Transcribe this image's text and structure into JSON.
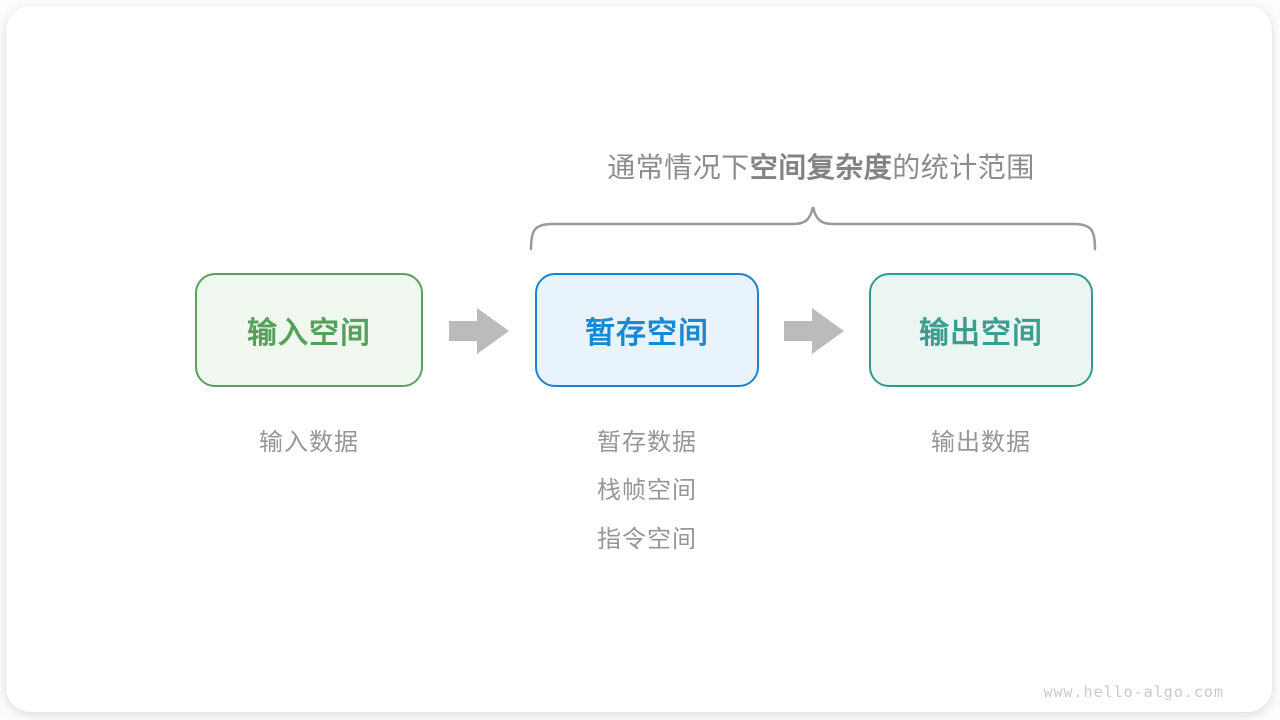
{
  "title": {
    "prefix": "通常情况下",
    "bold": "空间复杂度",
    "suffix": "的统计范围"
  },
  "boxes": [
    {
      "id": "input-space",
      "label": "输入空间",
      "theme": "green"
    },
    {
      "id": "temp-space",
      "label": "暂存空间",
      "theme": "blue"
    },
    {
      "id": "output-space",
      "label": "输出空间",
      "theme": "teal"
    }
  ],
  "labels": {
    "input": "输入数据",
    "temp": [
      "暂存数据",
      "栈帧空间",
      "指令空间"
    ],
    "output": "输出数据"
  },
  "watermark": "www.hello-algo.com",
  "colors": {
    "green_border": "#5BA05B",
    "green_bg": "#F0F7EE",
    "green_text": "#55A05A",
    "blue_border": "#1C82D2",
    "blue_bg": "#E9F3FB",
    "blue_text": "#1888D3",
    "teal_border": "#37998B",
    "teal_bg": "#EBF5F1",
    "teal_text": "#3A9E8F",
    "arrow": "#BBBBBB",
    "brace": "#999999",
    "title_text": "#8C8C8C",
    "note_text": "#969696",
    "watermark_text": "#C9C9C9"
  }
}
